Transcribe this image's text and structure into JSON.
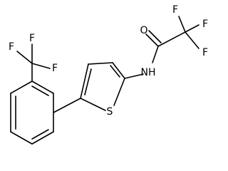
{
  "molecule": {
    "atoms": {
      "f_top_left": "F",
      "f_top_right": "F",
      "f_right": "F",
      "f_cf3_left": "F",
      "f_cf3_top": "F",
      "f_cf3_right": "F",
      "oxygen": "O",
      "nitrogen_hydrogen": "NH",
      "sulfur": "S"
    }
  }
}
